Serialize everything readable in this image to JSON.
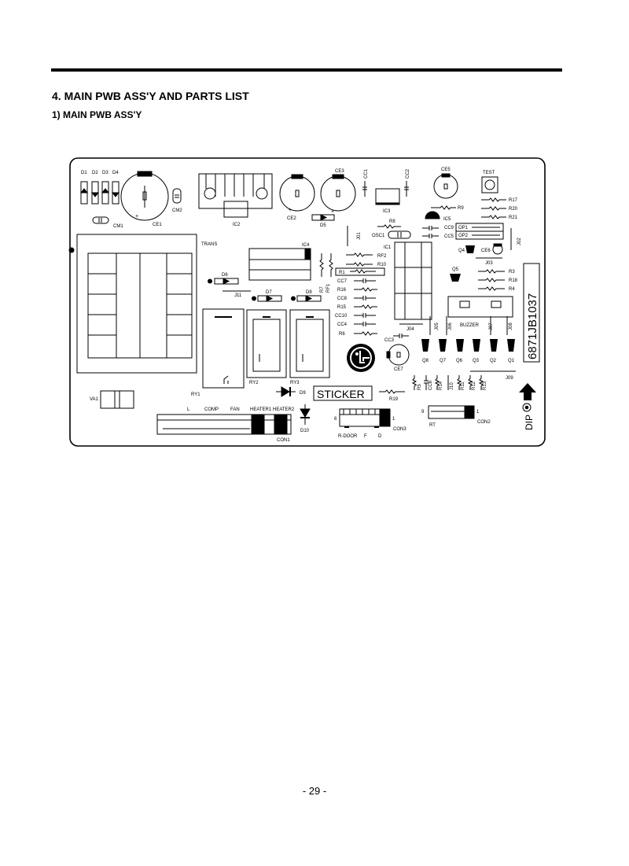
{
  "header": {
    "title": "4. MAIN PWB ASS'Y AND PARTS LIST",
    "subtitle": "1) MAIN PWB ASS'Y"
  },
  "board": {
    "labels": {
      "d1": "D1",
      "d2": "D2",
      "d3": "D3",
      "d4": "D4",
      "cm1": "CM1",
      "cm2": "CM2",
      "ce1": "CE1",
      "ic2": "IC2",
      "ce2": "CE2",
      "ce3": "CE3",
      "d5": "D5",
      "cc1": "CC1",
      "cc2": "CC2",
      "ic3": "IC3",
      "ce5": "CE5",
      "test": "TEST",
      "r9": "R9",
      "ic5": "IC5",
      "r17": "R17",
      "r20": "R20",
      "r21": "R21",
      "r8": "R8",
      "osc1": "OSC1",
      "cc9": "CC9",
      "cc5": "CC5",
      "op1": "OP1",
      "op2": "OP2",
      "j01": "J01",
      "j02": "J02",
      "trans": "TRANS",
      "ic4": "IC4",
      "ic1": "IC1",
      "rf2": "RF2",
      "r10": "R10",
      "r7": "R7",
      "rf1": "RF1",
      "r1": "R1",
      "q4": "Q4",
      "ce6": "CE6",
      "j03": "J03",
      "q5": "Q5",
      "r3": "R3",
      "r18": "R18",
      "r4": "R4",
      "d6": "D6",
      "j11": "J11",
      "d7": "D7",
      "d8": "D8",
      "cc7": "CC7",
      "r16": "R16",
      "cc8": "CC8",
      "r15": "R15",
      "cc10": "CC10",
      "cc4": "CC4",
      "r6": "R6",
      "j04": "J04",
      "j05": "J05",
      "j06": "J06",
      "j07": "J07",
      "j08": "J08",
      "buzzer": "BUZZER",
      "model": "6871JB1037",
      "cc3": "CC3",
      "ce7": "CE7",
      "q8": "Q8",
      "q7": "Q7",
      "q6": "Q6",
      "q3": "Q3",
      "q2": "Q2",
      "q1": "Q1",
      "j09": "J09",
      "ry1": "RY1",
      "ry2": "RY2",
      "ry3": "RY3",
      "va1": "VA1",
      "d9": "D9",
      "sticker": "STICKER",
      "r19": "R19",
      "r5": "R5",
      "cc6": "CC6",
      "r14": "R14",
      "j10": "J10",
      "r11": "R11",
      "r12": "R12",
      "r13": "R13",
      "l": "L",
      "comp": "COMP",
      "fan": "FAN",
      "heater1": "HEATER1",
      "heater2": "HEATER2",
      "con1": "CON1",
      "d10": "D10",
      "con3_6": "6",
      "con3_1": "1",
      "rdoor": "R-DOOR",
      "f": "F",
      "d": "D",
      "con3": "CON3",
      "rt_9": "9",
      "rt": "RT",
      "rt_1": "1",
      "con2": "CON2",
      "dip": "DIP",
      "plus": "+"
    }
  },
  "footer": {
    "page": "- 29 -"
  }
}
